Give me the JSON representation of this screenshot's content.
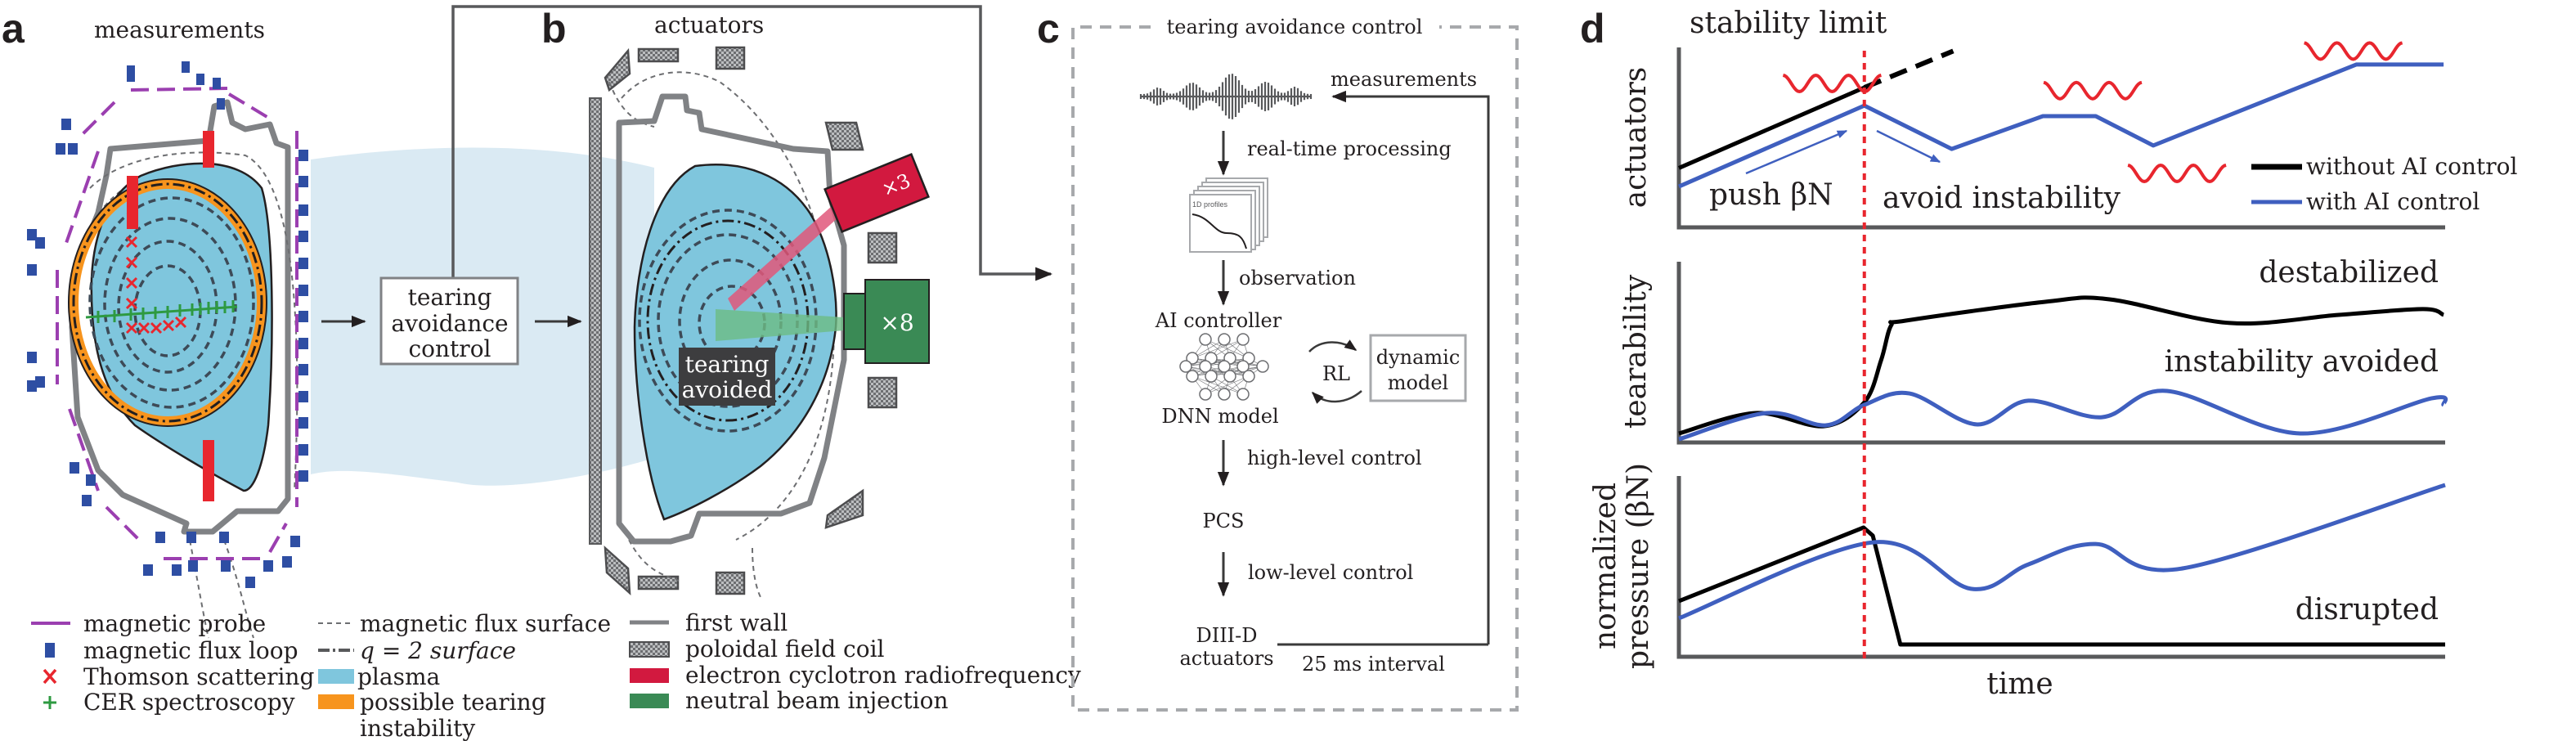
{
  "panels": {
    "a": {
      "letter": "a",
      "title": "measurements",
      "legend": [
        {
          "icon": "magnetic-probe-line",
          "label": "magnetic probe",
          "color": "#9b3fb0"
        },
        {
          "icon": "square-marker",
          "label": "magnetic flux loop",
          "color": "#2e4ea3"
        },
        {
          "icon": "x-marker",
          "label": "Thomson scattering",
          "color": "#e8262e"
        },
        {
          "icon": "plus-marker",
          "label": "CER spectroscopy",
          "color": "#2e9a41"
        },
        {
          "icon": "dashed-line",
          "label": "magnetic flux surface",
          "color": "#6d6e71"
        },
        {
          "icon": "dash-dot-line",
          "label": "q = 2 surface",
          "color": "#58595b"
        },
        {
          "icon": "swatch",
          "label": "plasma",
          "color": "#7fc6dd"
        },
        {
          "icon": "swatch",
          "label": "possible tearing",
          "label2": "instability",
          "color": "#f7941d"
        }
      ]
    },
    "connector": {
      "box_lines": [
        "tearing",
        "avoidance",
        "control"
      ]
    },
    "b": {
      "letter": "b",
      "title": "actuators",
      "ech_label": "×3",
      "nbi_label": "×8",
      "status_lines": [
        "tearing",
        "avoided"
      ],
      "legend": [
        {
          "icon": "solid-line",
          "label": "first wall",
          "color": "#808285"
        },
        {
          "icon": "hatched-swatch",
          "label": "poloidal field coil",
          "color": "#4d4d4f"
        },
        {
          "icon": "swatch",
          "label": "electron cyclotron radiofrequency",
          "color": "#d2193f"
        },
        {
          "icon": "swatch",
          "label": "neutral beam injection",
          "color": "#3a8a55"
        }
      ]
    },
    "c": {
      "letter": "c",
      "title": "tearing avoidance control",
      "measurements": "measurements",
      "profiles_icon_label": "1D profiles",
      "steps": {
        "processing": "real-time processing",
        "observation": "observation",
        "controller": "AI controller",
        "dnn": "DNN model",
        "rl": "RL",
        "dynamic_model": [
          "dynamic",
          "model"
        ],
        "high_level": "high-level control",
        "pcs": "PCS",
        "low_level": "low-level control",
        "actuators": [
          "DIII-D",
          "actuators"
        ],
        "interval": "25 ms interval"
      }
    },
    "d": {
      "letter": "d"
    }
  },
  "chart_data": {
    "type": "line",
    "title": "",
    "xlabel": "time",
    "x_range": [
      0,
      1
    ],
    "event_time": 0.242,
    "event_marker": "vertical red dashed line",
    "legend": {
      "placement": "top-right (in actuators subplot)",
      "entries": [
        {
          "name": "without AI control",
          "color": "#000000"
        },
        {
          "name": "with AI control",
          "color": "#3f5fbf"
        }
      ]
    },
    "subplots": [
      {
        "ylabel": "actuators",
        "y_range": [
          0,
          1
        ],
        "annotations": [
          "stability limit",
          "push βN",
          "avoid instability"
        ],
        "instability_markers_at": [
          [
            0.2,
            0.8
          ],
          [
            0.54,
            0.76
          ],
          [
            0.65,
            0.3
          ],
          [
            0.88,
            0.98
          ]
        ],
        "series": [
          {
            "name": "without AI control",
            "x": [
              0,
              0.242
            ],
            "y": [
              0.33,
              0.777
            ],
            "extrapolated_dashed": {
              "x": [
                0.242,
                0.358
              ],
              "y": [
                0.777,
                0.98
              ]
            }
          },
          {
            "name": "with AI control",
            "x": [
              0,
              0.242,
              0.356,
              0.475,
              0.544,
              0.619,
              0.884,
              0.998
            ],
            "y": [
              0.227,
              0.677,
              0.436,
              0.618,
              0.618,
              0.455,
              0.905,
              0.905
            ]
          }
        ]
      },
      {
        "ylabel": "tearability",
        "y_range": [
          0,
          1
        ],
        "annotations": [
          "destabilized",
          "instability avoided"
        ],
        "series": [
          {
            "name": "without AI control",
            "x": [
              0,
              0.1,
              0.189,
              0.242,
              0.264,
              0.277,
              0.296,
              0.477,
              0.562,
              0.719,
              0.861,
              0.971,
              0.998
            ],
            "y": [
              0.05,
              0.163,
              0.09,
              0.222,
              0.457,
              0.647,
              0.674,
              0.778,
              0.792,
              0.661,
              0.706,
              0.738,
              0.706
            ]
          },
          {
            "name": "with AI control",
            "x": [
              0,
              0.114,
              0.192,
              0.242,
              0.301,
              0.388,
              0.456,
              0.552,
              0.637,
              0.811,
              0.982,
              0.998
            ],
            "y": [
              0.018,
              0.163,
              0.095,
              0.208,
              0.271,
              0.1,
              0.231,
              0.14,
              0.285,
              0.05,
              0.244,
              0.208
            ]
          }
        ]
      },
      {
        "ylabel": "normalized pressure (βN)",
        "y_range": [
          0,
          1
        ],
        "annotations": [
          "disrupted"
        ],
        "series": [
          {
            "name": "without AI control",
            "x": [
              0,
              0.241,
              0.253,
              0.289,
              1.0
            ],
            "y": [
              0.308,
              0.715,
              0.67,
              0.068,
              0.068
            ]
          },
          {
            "name": "with AI control",
            "x": [
              0,
              0.253,
              0.381,
              0.456,
              0.544,
              0.658,
              1.0
            ],
            "y": [
              0.213,
              0.633,
              0.376,
              0.511,
              0.624,
              0.489,
              0.95
            ]
          }
        ]
      }
    ]
  },
  "colors": {
    "plasma": "#7fc6dd",
    "connector_band": "#d6e8f2",
    "tearing": "#f7941d",
    "probe": "#9b3fb0",
    "flux_loop": "#2e4ea3",
    "thomson": "#e8262e",
    "cer": "#2e9a41",
    "ech": "#d2193f",
    "nbi": "#3a8a55",
    "without_ai": "#000000",
    "with_ai": "#3f5fbf",
    "event_line": "#e8262e",
    "instability_wave": "#e8262e"
  }
}
